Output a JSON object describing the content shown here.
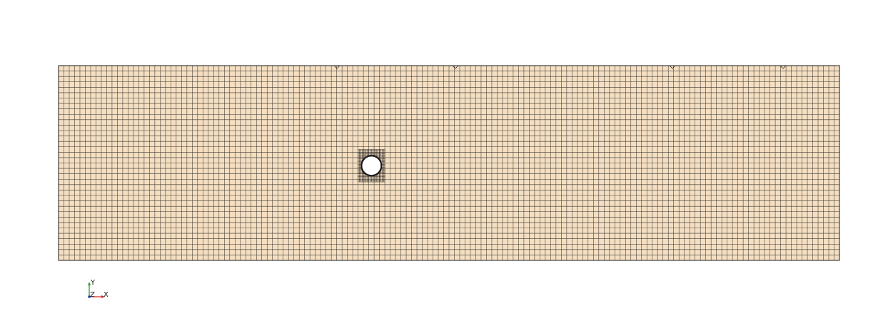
{
  "mesh": {
    "fill_color": "#f5dfc2",
    "line_color": "#1a1a1a",
    "hole_color": "#ffffff",
    "columns": 146,
    "rows": 36,
    "hole_column": 58,
    "hole_row": 18
  },
  "axes": {
    "y_label": "Y",
    "z_label": "Z",
    "x_label": "X",
    "y_color": "#2ca02c",
    "x_color": "#d62728",
    "z_color": "#1f3fbf"
  }
}
